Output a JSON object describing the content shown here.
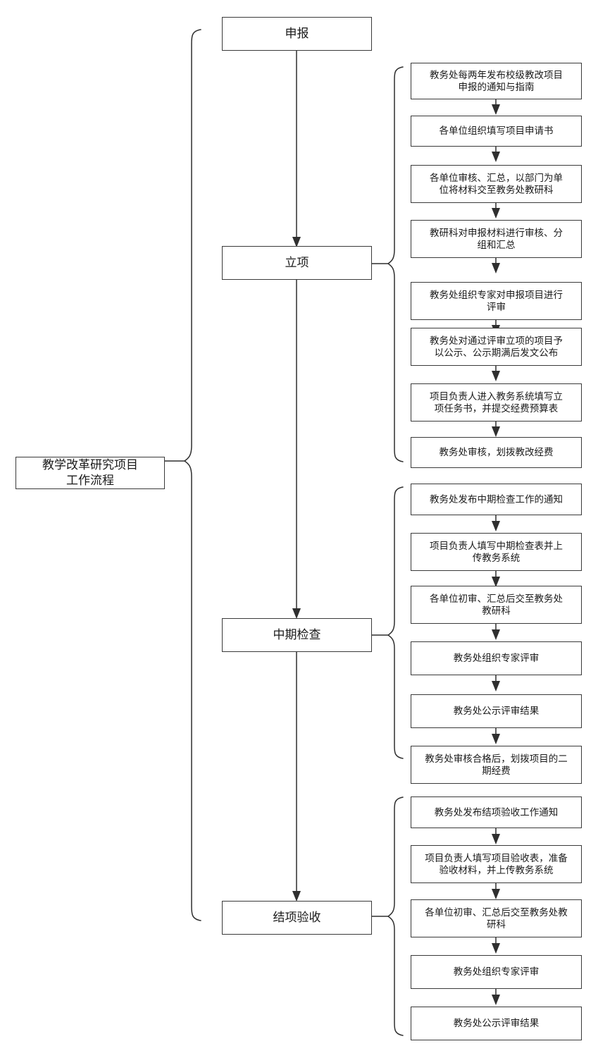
{
  "diagram": {
    "title": "教学改革研究项目\n工作流程",
    "root": {
      "label": "教学改革研究项目\n工作流程"
    },
    "stages": [
      {
        "id": "stage-application",
        "label": "申报"
      },
      {
        "id": "stage-approval",
        "label": "立项"
      },
      {
        "id": "stage-midterm",
        "label": "中期检查"
      },
      {
        "id": "stage-completion",
        "label": "结项验收"
      }
    ],
    "groups": [
      {
        "id": "group-approval-steps",
        "steps": [
          {
            "label": "教务处每两年发布校级教改项目\n申报的通知与指南"
          },
          {
            "label": "各单位组织填写项目申请书"
          },
          {
            "label": "各单位审核、汇总，以部门为单\n位将材料交至教务处教研科"
          },
          {
            "label": "教研科对申报材料进行审核、分\n组和汇总"
          },
          {
            "label": "教务处组织专家对申报项目进行\n评审"
          },
          {
            "label": "教务处对通过评审立项的项目予\n以公示、公示期满后发文公布"
          },
          {
            "label": "项目负责人进入教务系统填写立\n项任务书，并提交经费预算表"
          },
          {
            "label": "教务处审核，划拨教改经费"
          }
        ]
      },
      {
        "id": "group-midterm-steps",
        "steps": [
          {
            "label": "教务处发布中期检查工作的通知"
          },
          {
            "label": "项目负责人填写中期检查表并上\n传教务系统"
          },
          {
            "label": "各单位初审、汇总后交至教务处\n教研科"
          },
          {
            "label": "教务处组织专家评审"
          },
          {
            "label": "教务处公示评审结果"
          },
          {
            "label": "教务处审核合格后，划拨项目的二\n期经费"
          }
        ]
      },
      {
        "id": "group-completion-steps",
        "steps": [
          {
            "label": "教务处发布结项验收工作通知"
          },
          {
            "label": "项目负责人填写项目验收表，准备\n验收材料，并上传教务系统"
          },
          {
            "label": "各单位初审、汇总后交至教务处教\n研科"
          },
          {
            "label": "教务处组织专家评审"
          },
          {
            "label": "教务处公示评审结果"
          }
        ]
      }
    ],
    "colors": {
      "border": "#3a3a3a",
      "line": "#2f2f2f",
      "background": "#ffffff",
      "text": "#1a1a1a"
    }
  }
}
